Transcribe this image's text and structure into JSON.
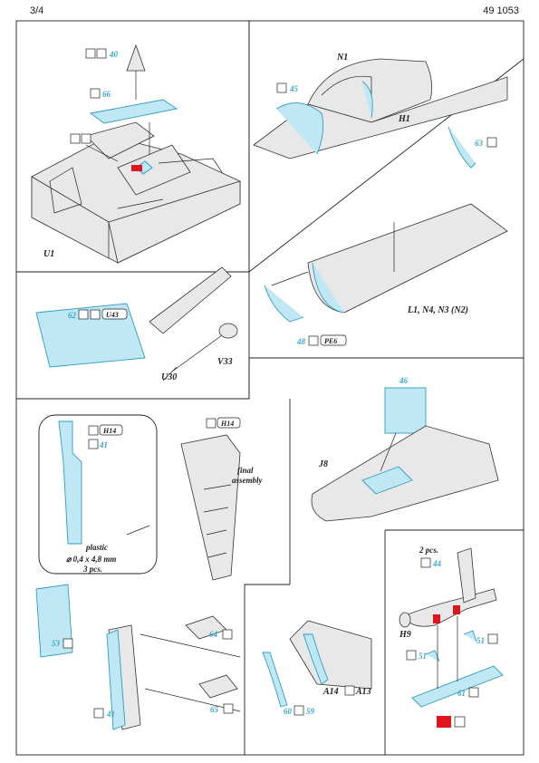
{
  "header": {
    "page": "3/4",
    "code": "49 1053"
  },
  "labels": {
    "u1": "U1",
    "n1": "N1",
    "h1": "H1",
    "u30": "U30",
    "v33": "V33",
    "j8": "J8",
    "h9": "H9",
    "lnn": "L1, N4, N3 (N2)",
    "a14": "A14",
    "a13": "A13",
    "u43": "U43",
    "pe6": "PE6",
    "h14a": "H14",
    "h14b": "H14"
  },
  "part_numbers": {
    "p40": "40",
    "p66": "66",
    "p45": "45",
    "p63": "63",
    "p62": "62",
    "p48": "48",
    "p46": "46",
    "p41a": "41",
    "p41b": "41",
    "p53": "53",
    "p64": "64",
    "p65": "65",
    "p60": "60",
    "p59": "59",
    "p44": "44",
    "p51a": "51",
    "p51b": "51",
    "p61": "61"
  },
  "notes": {
    "final": "final",
    "assembly": "assembly",
    "plastic": "plastic",
    "rod": "⌀ 0,4 x 4,8 mm",
    "pcs": "3 pcs.",
    "two_pcs": "2 pcs."
  },
  "colors": {
    "photo_etch": "#3aa9c9",
    "accent_red": "#e0141e"
  }
}
